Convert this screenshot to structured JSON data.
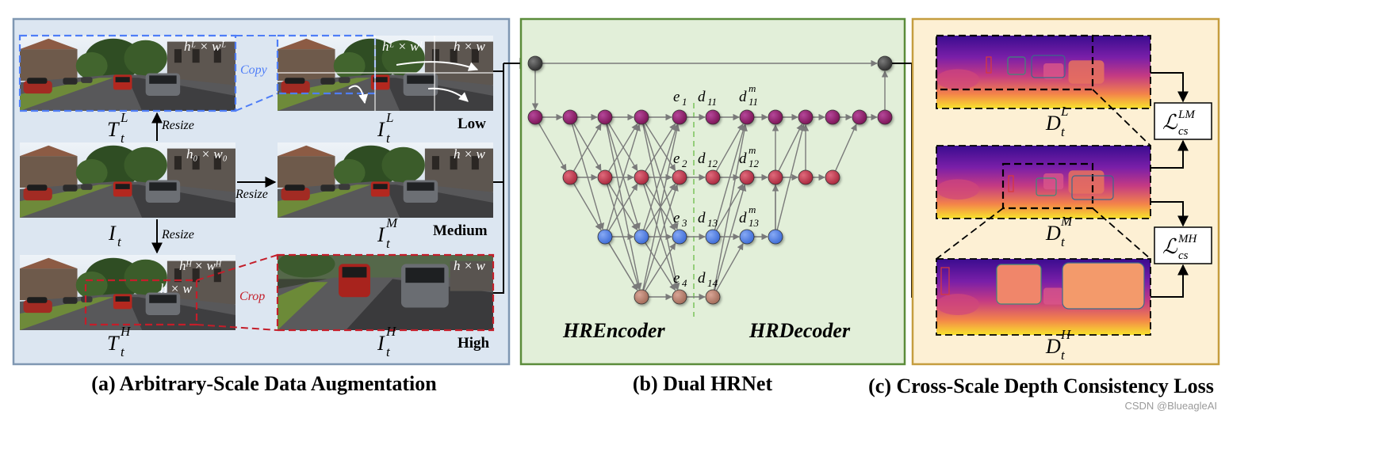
{
  "colors": {
    "panel_a_bg": "#dce6f1",
    "panel_a_border": "#7f97b2",
    "panel_b_bg": "#e2efd9",
    "panel_b_border": "#5b8c3a",
    "panel_c_bg": "#fdf0d4",
    "panel_c_border": "#c59d3f",
    "node_gray": "#404040",
    "node_purple": "#8c1c64",
    "node_red": "#c0394f",
    "node_blue": "#4f7fe3",
    "node_brown": "#b87a68",
    "copy_blue": "#4f7ef7",
    "crop_red": "#c41e2a"
  },
  "panel_a": {
    "caption": "(a) Arbitrary-Scale Data Augmentation",
    "labels": {
      "tl": "T",
      "tl_sub": "t",
      "tl_sup": "L",
      "il": "I",
      "il_sub": "t",
      "il_sup": "L",
      "it": "I",
      "it_sub": "t",
      "im": "I",
      "im_sub": "t",
      "im_sup": "M",
      "th": "T",
      "th_sub": "t",
      "th_sup": "H",
      "ih": "I",
      "ih_sub": "t",
      "ih_sup": "H"
    },
    "scale_words": {
      "low": "Low",
      "medium": "Medium",
      "high": "High"
    },
    "ops": {
      "resize_up": "Resize",
      "resize_right": "Resize",
      "resize_down": "Resize",
      "copy": "Copy",
      "crop": "Crop"
    },
    "dims": {
      "hl_wl_1": "hᴸ × wᴸ",
      "hl_wl_2": "hᴸ × wᴸ",
      "h_w_low": "h × w",
      "h0_w0": "h₀ × w₀",
      "h_w_med": "h × w",
      "hh_wh": "hᴴ × wᴴ",
      "h_w_crop": "h × w",
      "h_w_high": "h × w"
    }
  },
  "panel_b": {
    "caption": "(b) Dual HRNet",
    "encoder_label": "HREncoder",
    "decoder_label": "HRDecoder",
    "e_labels": [
      "e",
      "e",
      "e",
      "e"
    ],
    "e_subs": [
      "1",
      "2",
      "3",
      "4"
    ],
    "d_labels": [
      "d",
      "d",
      "d",
      "d"
    ],
    "d_subs": [
      "11",
      "12",
      "13",
      "14"
    ],
    "dm_labels": [
      "d",
      "d",
      "d"
    ],
    "dm_subs": [
      "11",
      "12",
      "13"
    ],
    "dm_sup": "m"
  },
  "panel_c": {
    "caption": "(c) Cross-Scale Depth Consistency Loss",
    "depth_labels": {
      "dl": "D",
      "dl_sub": "t",
      "dl_sup": "L",
      "dm": "D",
      "dm_sub": "t",
      "dm_sup": "M",
      "dh": "D",
      "dh_sub": "t",
      "dh_sup": "H"
    },
    "loss_lm": "ℒ",
    "loss_lm_sub": "cs",
    "loss_lm_sup": "LM",
    "loss_mh": "ℒ",
    "loss_mh_sub": "cs",
    "loss_mh_sup": "MH"
  },
  "watermark": "CSDN @BlueagleAI"
}
